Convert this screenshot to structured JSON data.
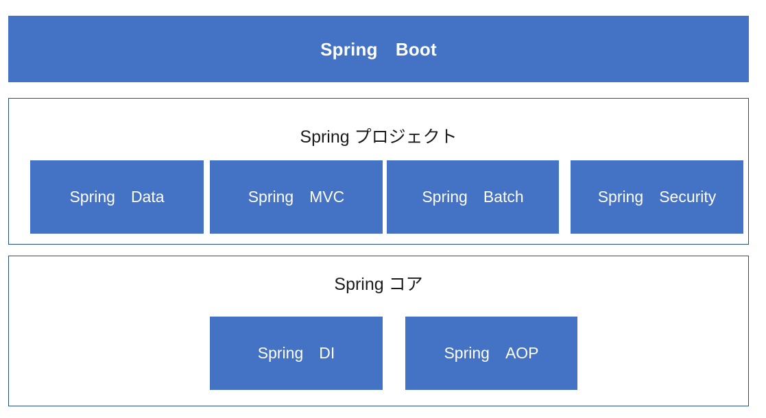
{
  "diagram": {
    "title": "Spring　Boot",
    "colors": {
      "module_fill": "#4472C4",
      "container_border": "#1F4E79",
      "module_text": "#FFFFFF",
      "title_text": "#1A1A1A",
      "background": "#FFFFFF"
    },
    "banner": {
      "label": "Spring　Boot"
    },
    "layers": [
      {
        "title": "Spring プロジェクト",
        "modules": [
          {
            "label": "Spring　Data"
          },
          {
            "label": "Spring　MVC"
          },
          {
            "label": "Spring　Batch"
          },
          {
            "label": "Spring　Security"
          }
        ]
      },
      {
        "title": "Spring コア",
        "modules": [
          {
            "label": "Spring　DI"
          },
          {
            "label": "Spring　AOP"
          }
        ]
      }
    ]
  }
}
